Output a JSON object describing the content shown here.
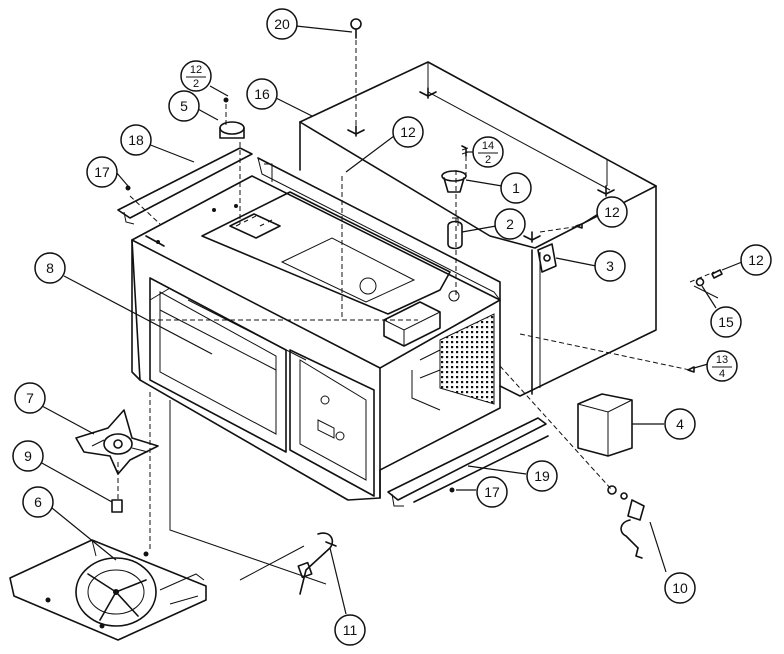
{
  "callouts": [
    {
      "id": "c20",
      "label": "20"
    },
    {
      "id": "c16",
      "label": "16"
    },
    {
      "id": "c12a",
      "label": "12"
    },
    {
      "id": "c5",
      "label": "5"
    },
    {
      "id": "c12_2",
      "top": "12",
      "bottom": "2"
    },
    {
      "id": "c18",
      "label": "18"
    },
    {
      "id": "c17a",
      "label": "17"
    },
    {
      "id": "c14_2",
      "top": "14",
      "bottom": "2"
    },
    {
      "id": "c1",
      "label": "1"
    },
    {
      "id": "c2",
      "label": "2"
    },
    {
      "id": "c12b",
      "label": "12"
    },
    {
      "id": "c3",
      "label": "3"
    },
    {
      "id": "c12c",
      "label": "12"
    },
    {
      "id": "c15",
      "label": "15"
    },
    {
      "id": "c13_4",
      "top": "13",
      "bottom": "4"
    },
    {
      "id": "c8",
      "label": "8"
    },
    {
      "id": "c4",
      "label": "4"
    },
    {
      "id": "c7",
      "label": "7"
    },
    {
      "id": "c19",
      "label": "19"
    },
    {
      "id": "c9",
      "label": "9"
    },
    {
      "id": "c17b",
      "label": "17"
    },
    {
      "id": "c6",
      "label": "6"
    },
    {
      "id": "c10",
      "label": "10"
    },
    {
      "id": "c11",
      "label": "11"
    }
  ]
}
